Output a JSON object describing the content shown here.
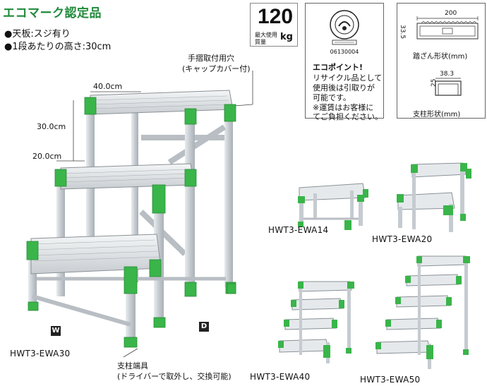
{
  "header": {
    "title": "エコマーク認定品",
    "bullets": [
      "●天板:スジ有り",
      "●1段あたりの高さ:30cm"
    ]
  },
  "load": {
    "value": "120",
    "label_line1": "最大使用",
    "label_line2": "質量",
    "unit": "kg"
  },
  "eco": {
    "code": "06130004",
    "point_title": "エコポイント!",
    "lines": [
      "リサイクル品として",
      "使用後は引取りが",
      "可能です。",
      "※運賃はお客様に",
      "てご負担ください。"
    ]
  },
  "spec": {
    "step_width": "200",
    "step_height": "33.5",
    "step_caption": "踏ざん形状(mm)",
    "post_width": "38.3",
    "post_height": "25",
    "post_caption": "支柱形状(mm)"
  },
  "main_diagram": {
    "dim_top": "40.0cm",
    "dim_height": "30.0cm",
    "dim_step": "20.0cm",
    "handrail_line1": "手摺取付用穴",
    "handrail_line2": "(キャップカバー付)",
    "axis_w": "W",
    "axis_d": "D",
    "model": "HWT3-EWA30",
    "foot_line1": "支柱端具",
    "foot_line2": "(ドライバーで取外し、交換可能)"
  },
  "models": {
    "m14": "HWT3-EWA14",
    "m20": "HWT3-EWA20",
    "m40": "HWT3-EWA40",
    "m50": "HWT3-EWA50"
  },
  "colors": {
    "accent_green": "#39b54a",
    "title_green": "#1f8a3a",
    "aluminum": "#c9ced3"
  }
}
